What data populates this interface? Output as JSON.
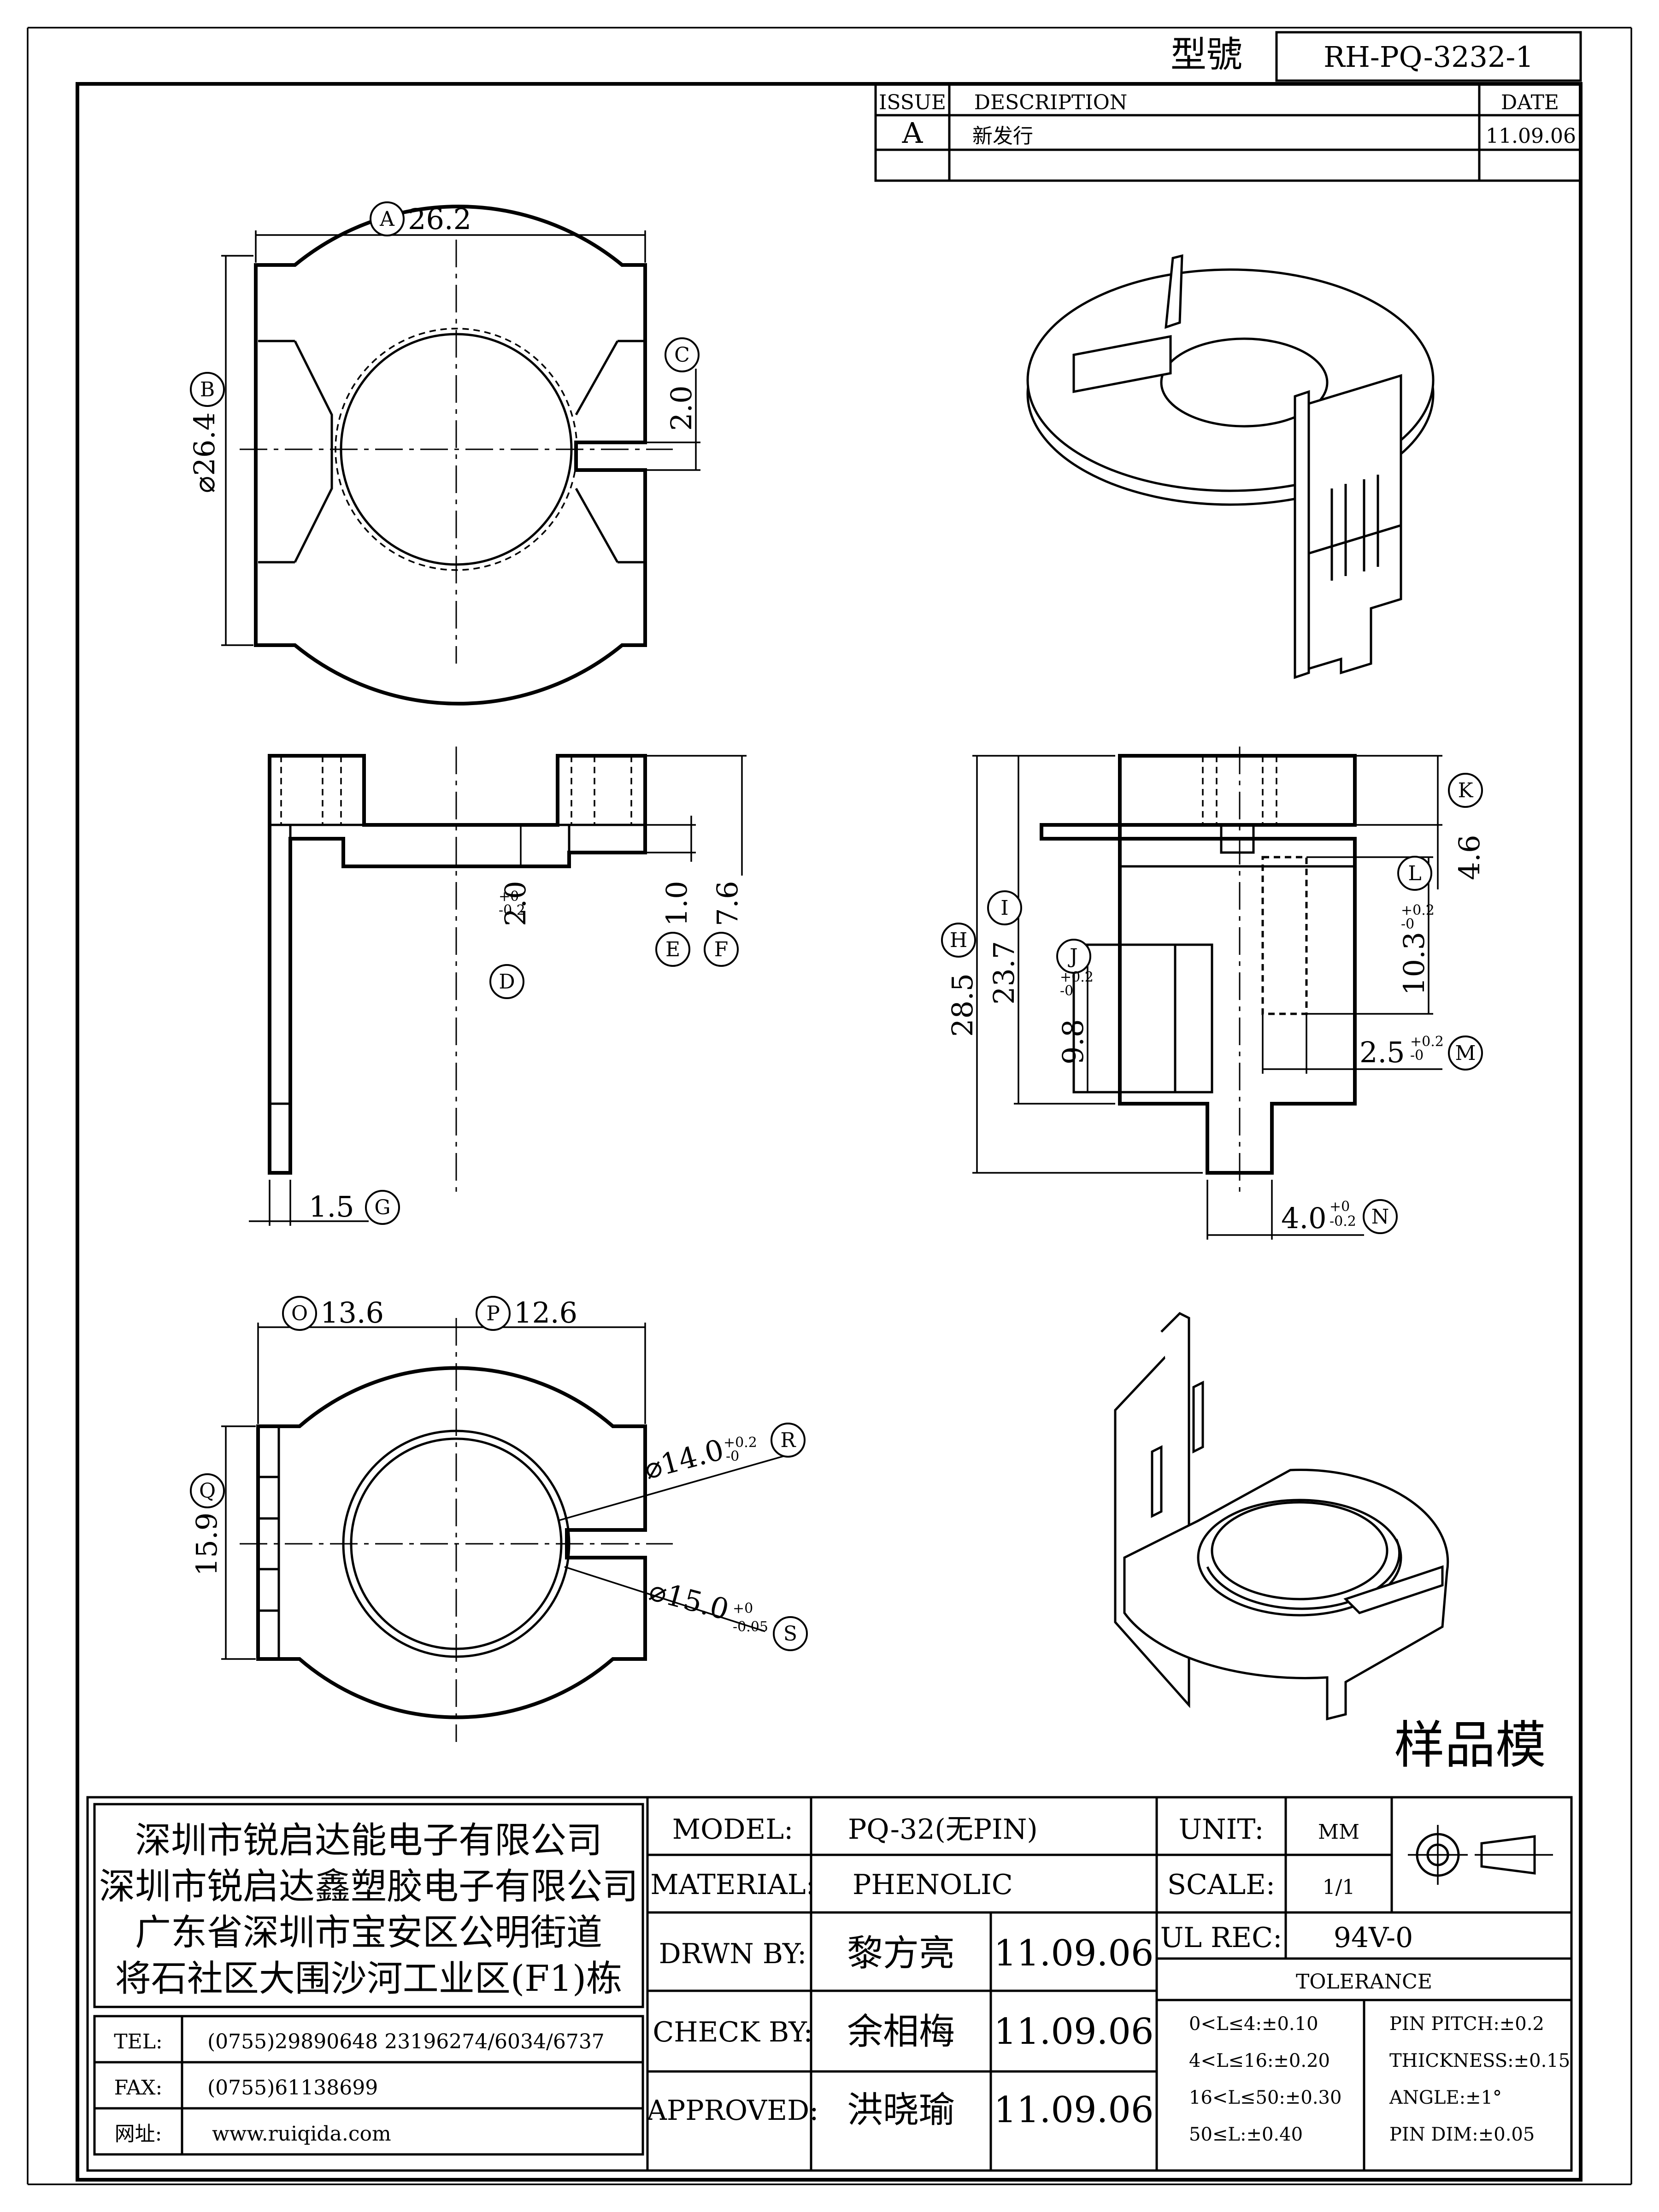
{
  "model_no": {
    "label": "型號",
    "value": "RH-PQ-3232-1"
  },
  "revision": {
    "headers": {
      "issue": "ISSUE",
      "description": "DESCRIPTION",
      "date": "DATE"
    },
    "rows": [
      {
        "issue": "A",
        "description": "新发行",
        "date": "11.09.06"
      }
    ]
  },
  "dimensions": {
    "A": "26.2",
    "B": "26.4",
    "C": "2.0",
    "D": "2.0",
    "E": "1.0",
    "F": "7.6",
    "G": "1.5",
    "H": "28.5",
    "I": "23.7",
    "J": "9.8",
    "K": "4.6",
    "L": "10.3",
    "M": "2.5",
    "N": "4.0",
    "O": "13.6",
    "P": "12.6",
    "Q": "15.9",
    "R": "14.0",
    "S": "15.0"
  },
  "tolerances_marks": {
    "plus0": "+0",
    "minus02": "-0.2",
    "plus02": "+0.2",
    "minus0": "-0",
    "minus005": "-0.05"
  },
  "callout_letters": [
    "A",
    "B",
    "C",
    "D",
    "E",
    "F",
    "G",
    "H",
    "I",
    "J",
    "K",
    "L",
    "M",
    "N",
    "O",
    "P",
    "Q",
    "R",
    "S"
  ],
  "sample_mark": "样品模",
  "company": {
    "lines": [
      "深圳市锐启达能电子有限公司",
      "深圳市锐启达鑫塑胶电子有限公司",
      "广东省深圳市宝安区公明街道",
      "将石社区大围沙河工业区(F1)栋"
    ],
    "contacts": [
      {
        "label": "TEL:",
        "value": "(0755)29890648  23196274/6034/6737"
      },
      {
        "label": "FAX:",
        "value": "(0755)61138699"
      },
      {
        "label": "网址:",
        "value": "www.ruiqida.com"
      }
    ]
  },
  "title_block": {
    "model_label": "MODEL:",
    "model_value": "PQ-32(无PIN)",
    "material_label": "MATERIAL:",
    "material_value": "PHENOLIC",
    "drawn_label": "DRWN BY:",
    "drawn_name": "黎方亮",
    "drawn_date": "11.09.06",
    "check_label": "CHECK BY:",
    "check_name": "余相梅",
    "check_date": "11.09.06",
    "approved_label": "APPROVED:",
    "approved_name": "洪晓瑜",
    "approved_date": "11.09.06",
    "unit_label": "UNIT:",
    "unit_value": "MM",
    "scale_label": "SCALE:",
    "scale_value": "1/1",
    "ul_label": "UL REC:",
    "ul_value": "94V-0",
    "tolerance_title": "TOLERANCE",
    "tolerances_left": [
      "0<L≤4:±0.10",
      "4<L≤16:±0.20",
      "16<L≤50:±0.30",
      "50≤L:±0.40"
    ],
    "tolerances_right": [
      "PIN PITCH:±0.2",
      "THICKNESS:±0.15",
      "ANGLE:±1°",
      "PIN DIM:±0.05"
    ]
  }
}
